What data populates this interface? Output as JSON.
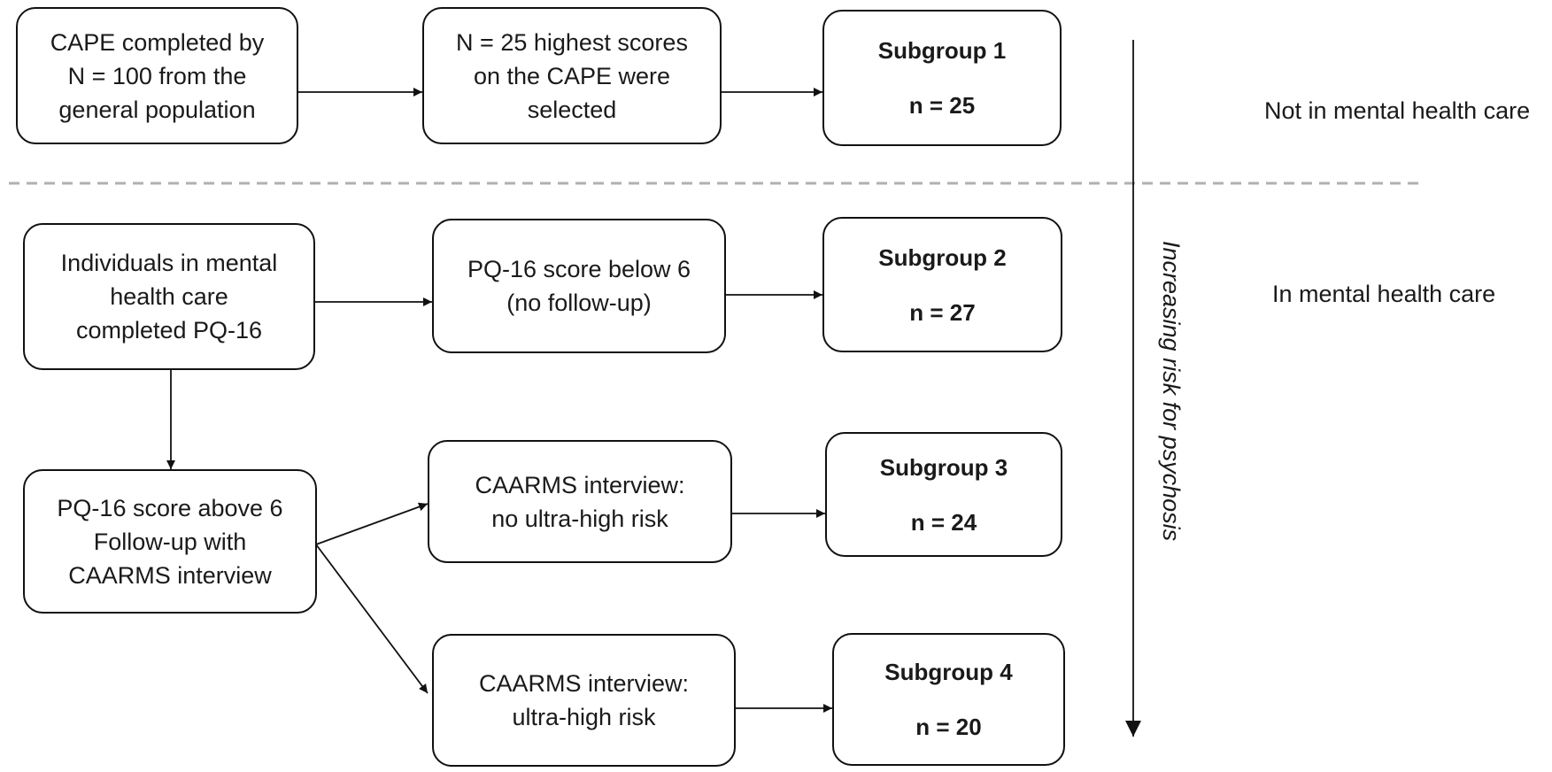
{
  "boxes": {
    "cape": {
      "lines": [
        "CAPE completed by",
        "N = 100 from the",
        "general population"
      ]
    },
    "highest": {
      "lines": [
        "N = 25 highest scores",
        "on the CAPE were",
        "selected"
      ]
    },
    "individuals": {
      "lines": [
        "Individuals in mental",
        "health care",
        "completed PQ-16"
      ]
    },
    "pq_below": {
      "lines": [
        "PQ-16 score below 6",
        "(no follow-up)"
      ]
    },
    "pq_above": {
      "lines": [
        "PQ-16 score above 6",
        "Follow-up with",
        "CAARMS interview"
      ]
    },
    "caarms_no": {
      "lines": [
        "CAARMS interview:",
        "no ultra-high risk"
      ]
    },
    "caarms_uhr": {
      "lines": [
        "CAARMS interview:",
        "ultra-high risk"
      ]
    }
  },
  "subgroups": [
    {
      "title": "Subgroup 1",
      "count": "n = 25"
    },
    {
      "title": "Subgroup 2",
      "count": "n = 27"
    },
    {
      "title": "Subgroup 3",
      "count": "n = 24"
    },
    {
      "title": "Subgroup 4",
      "count": "n = 20"
    }
  ],
  "labels": {
    "not_in_care": "Not in mental health care",
    "in_care": "In mental health care",
    "risk_axis": "Increasing risk for psychosis"
  },
  "colors": {
    "line": "#111111",
    "divider": "#b0b0b0"
  }
}
